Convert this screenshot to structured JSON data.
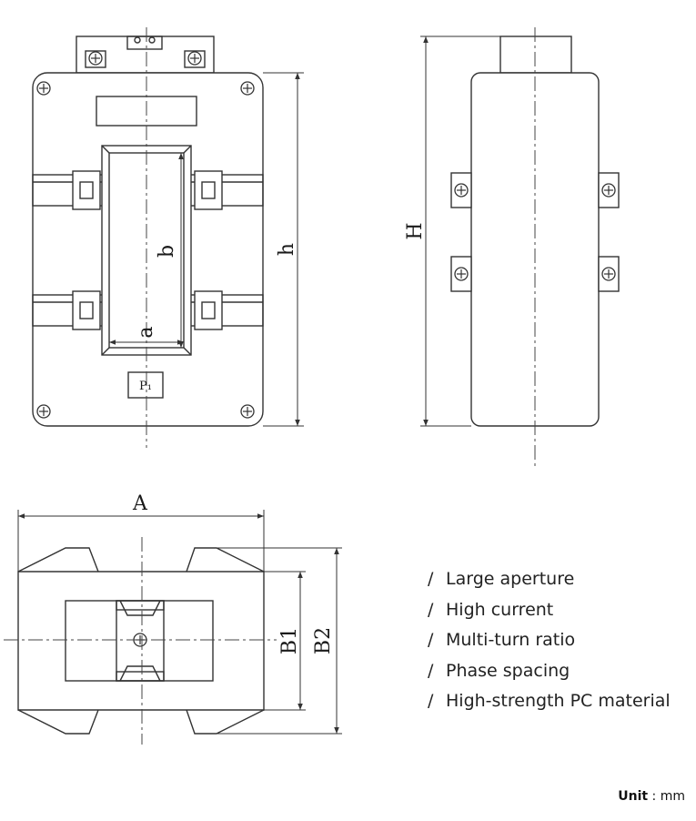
{
  "labels": {
    "a": "a",
    "b": "b",
    "h": "h",
    "H": "H",
    "A": "A",
    "B1": "B1",
    "B2": "B2",
    "P1": "P₁"
  },
  "features": [
    "Large aperture",
    "High current",
    "Multi-turn ratio",
    "Phase spacing",
    "High-strength PC material"
  ],
  "bullet": "/",
  "unit": {
    "label": "Unit",
    "separator": ":",
    "value": "mm"
  },
  "colors": {
    "line": "#333333",
    "center": "#444444",
    "dim": "#333333"
  }
}
